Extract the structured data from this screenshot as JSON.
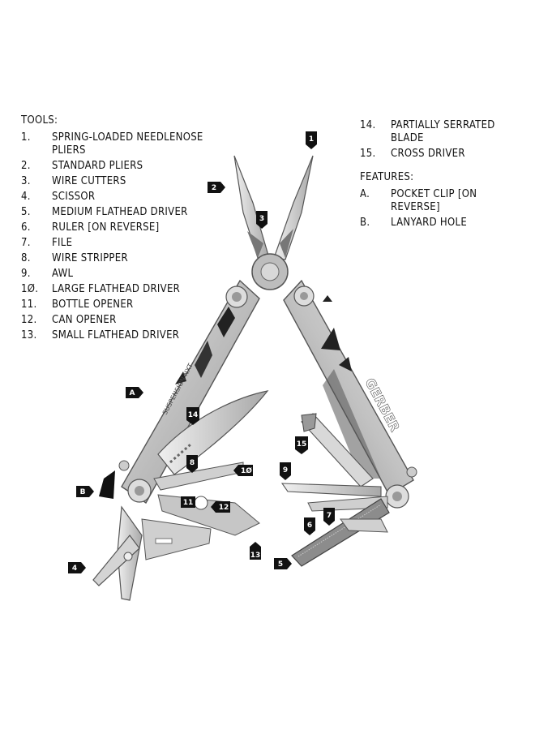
{
  "tools": {
    "heading": "TOOLS:",
    "items": [
      {
        "num": "1.",
        "label": "SPRING-LOADED NEEDLENOSE PLIERS"
      },
      {
        "num": "2.",
        "label": "STANDARD PLIERS"
      },
      {
        "num": "3.",
        "label": "WIRE CUTTERS"
      },
      {
        "num": "4.",
        "label": "SCISSOR"
      },
      {
        "num": "5.",
        "label": "MEDIUM FLATHEAD DRIVER"
      },
      {
        "num": "6.",
        "label": "RULER [ON REVERSE]"
      },
      {
        "num": "7.",
        "label": "FILE"
      },
      {
        "num": "8.",
        "label": "WIRE STRIPPER"
      },
      {
        "num": "9.",
        "label": "AWL"
      },
      {
        "num": "1Ø.",
        "label": "LARGE FLATHEAD DRIVER"
      },
      {
        "num": "11.",
        "label": "BOTTLE OPENER"
      },
      {
        "num": "12.",
        "label": "CAN OPENER"
      },
      {
        "num": "13.",
        "label": "SMALL FLATHEAD DRIVER"
      }
    ],
    "more": [
      {
        "num": "14.",
        "label": "PARTIALLY SERRATED BLADE"
      },
      {
        "num": "15.",
        "label": "CROSS DRIVER"
      }
    ]
  },
  "features": {
    "heading": "FEATURES:",
    "items": [
      {
        "num": "A.",
        "label": "POCKET CLIP [ON REVERSE]"
      },
      {
        "num": "B.",
        "label": "LANYARD HOLE"
      }
    ]
  },
  "callouts": [
    "1",
    "2",
    "3",
    "4",
    "5",
    "6",
    "7",
    "8",
    "9",
    "1Ø",
    "11",
    "12",
    "13",
    "14",
    "15",
    "A",
    "B"
  ],
  "handle_text": {
    "brand": "GERBER",
    "model": "SUSPENSION NXT"
  },
  "colors": {
    "steel": "#c9c9c9",
    "steel_dark": "#8e8e8e",
    "tag": "#111111"
  }
}
